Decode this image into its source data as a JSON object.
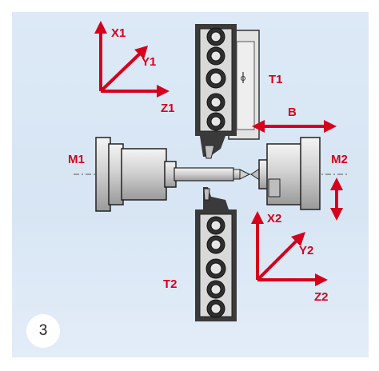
{
  "labels": {
    "x1": "X1",
    "y1": "Y1",
    "z1": "Z1",
    "t1": "T1",
    "b": "B",
    "m1": "M1",
    "m2": "M2",
    "x2": "X2",
    "y2": "Y2",
    "z2": "Z2",
    "t2": "T2"
  },
  "figure_number": "3",
  "colors": {
    "accent": "#d6001c",
    "background": "#dbe7f5",
    "machine_dark": "#3a3a3a",
    "machine_light": "#e8e8e8"
  }
}
